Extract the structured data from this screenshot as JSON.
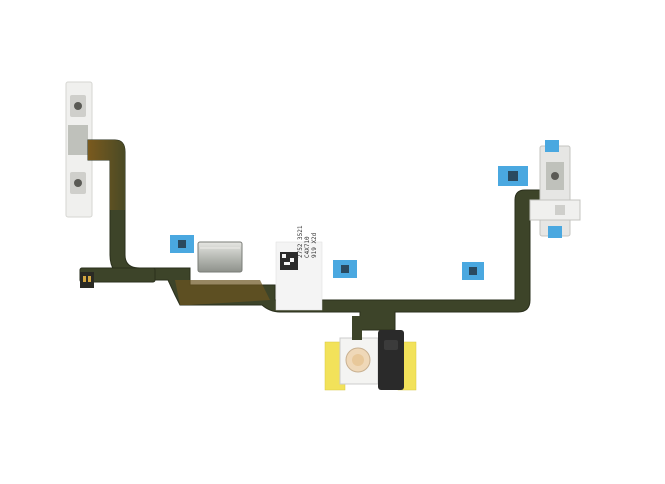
{
  "image": {
    "subject": "flex-cable",
    "label_lines": [
      "2752 3521",
      "C4X710",
      "919 X2d"
    ]
  },
  "colors": {
    "background": "#ffffff",
    "flex_cable": "#3a4128",
    "flex_amber": "#6b5420",
    "stiffener_blue": "#4aa8e0",
    "tape_yellow": "#f2e25a",
    "metal_plate": "#c9ccc8",
    "label_white": "#f4f4f4"
  }
}
